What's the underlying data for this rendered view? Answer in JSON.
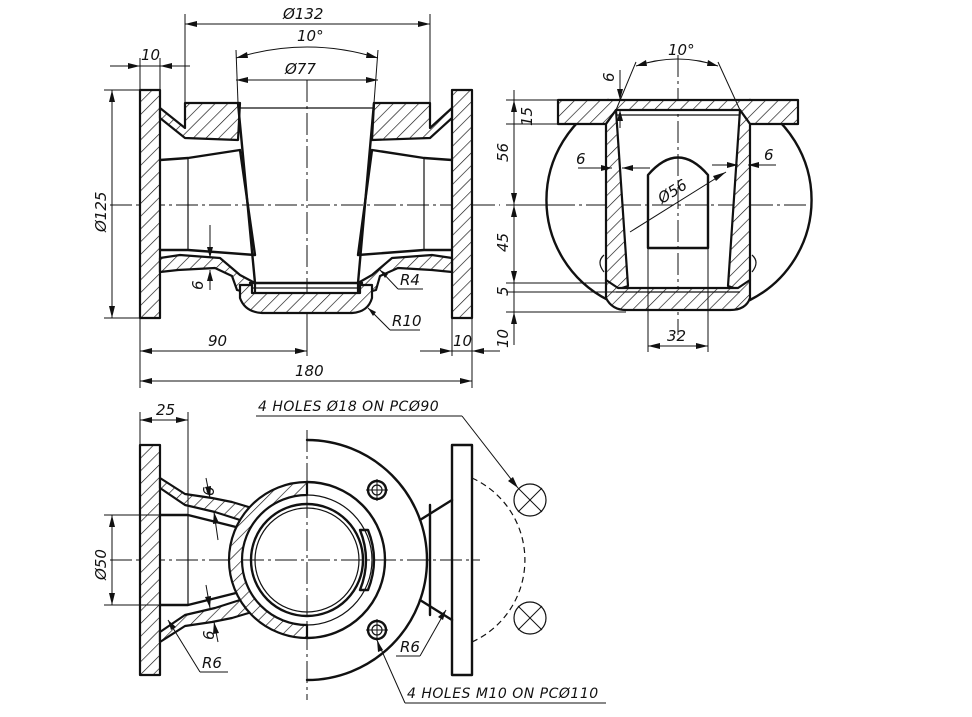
{
  "labels": {
    "d132": "Ø132",
    "ang10_front": "10°",
    "d77": "Ø77",
    "w10_left": "10",
    "d125": "Ø125",
    "t6_front": "6",
    "r4": "R4",
    "r10": "R10",
    "l90": "90",
    "w10_right": "10",
    "l180": "180",
    "ang10_side": "10°",
    "t6_side_top": "6",
    "h15": "15",
    "h56": "56",
    "t6_side_left": "6",
    "t6_side_right": "6",
    "d56": "Ø56",
    "h45": "45",
    "h5": "5",
    "h10": "10",
    "w32": "32",
    "w25": "25",
    "t6_plan_top": "6",
    "d50": "Ø50",
    "t6_plan_bottom": "6",
    "r6_left": "R6",
    "r6_right": "R6"
  },
  "notes": {
    "holes_top": "4 HOLES Ø18 ON PCØ90",
    "holes_bottom": "4 HOLES M10 ON PCØ110"
  }
}
